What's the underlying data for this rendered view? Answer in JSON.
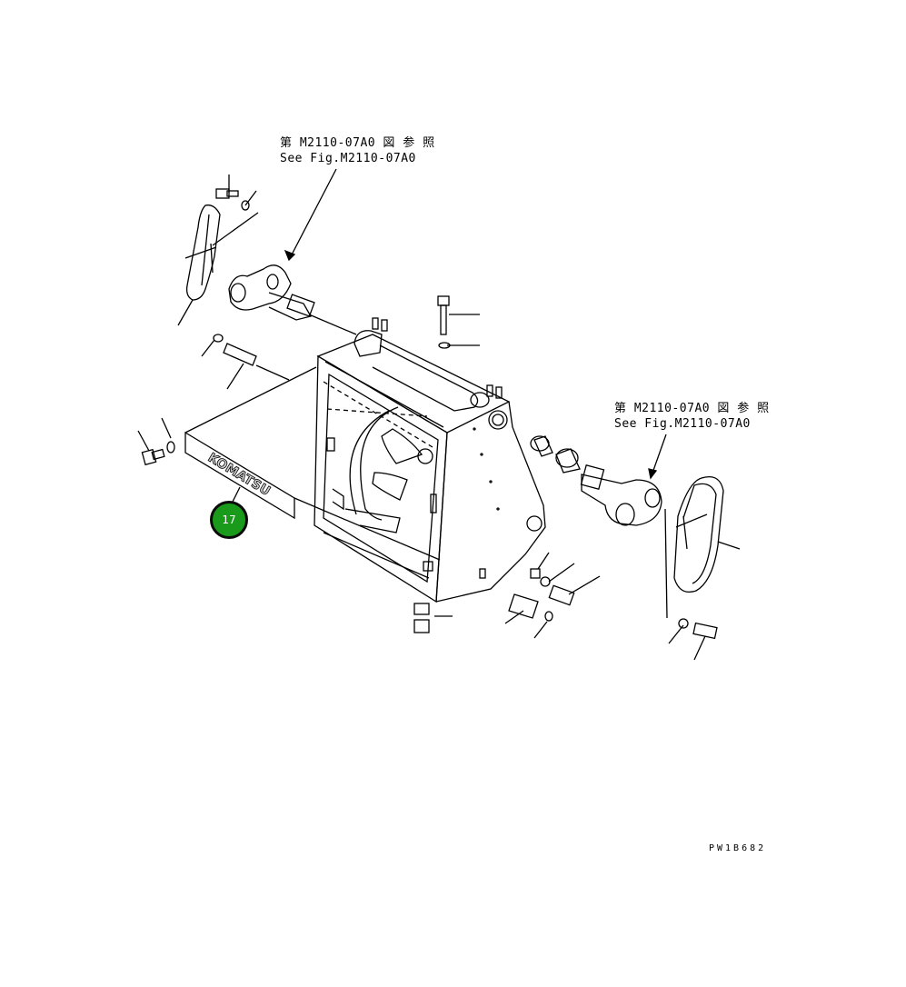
{
  "references": {
    "top": {
      "jp": "第 M2110-07A0 図 参 照",
      "en": "See Fig.M2110-07A0"
    },
    "right": {
      "jp": "第 M2110-07A0 図 参 照",
      "en": "See Fig.M2110-07A0"
    }
  },
  "nameplate": {
    "text": "KOMATSU"
  },
  "callout": {
    "number": "17",
    "color": "#1a9a1a"
  },
  "doc_code": "PW1B682"
}
